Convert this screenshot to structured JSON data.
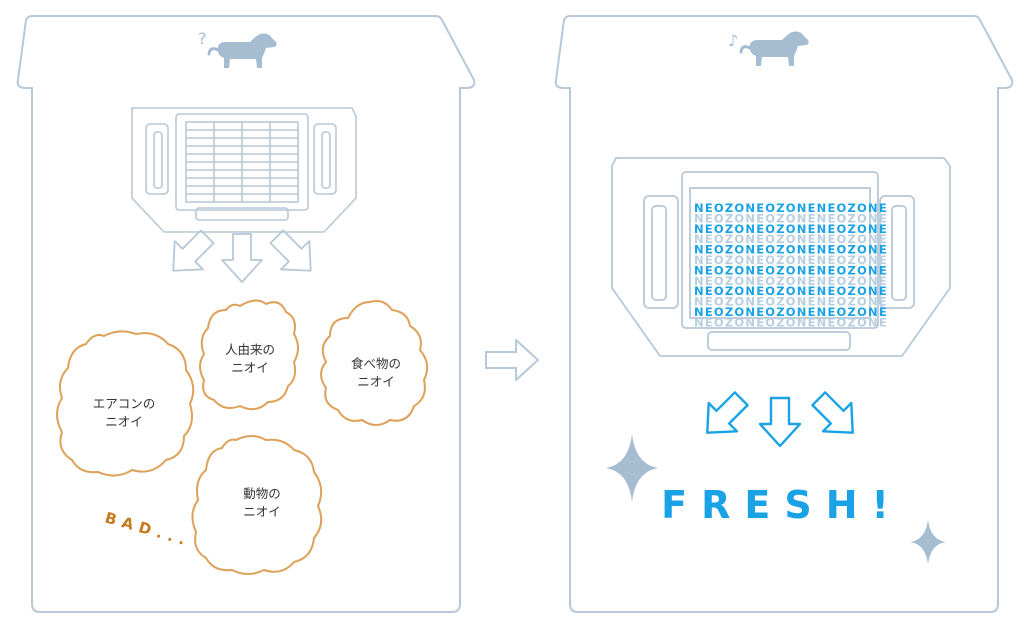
{
  "before": {
    "dog_mark": "?",
    "smells": [
      {
        "line1": "人由来の",
        "line2": "ニオイ"
      },
      {
        "line1": "食べ物の",
        "line2": "ニオイ"
      },
      {
        "line1": "エアコンの",
        "line2": "ニオイ"
      },
      {
        "line1": "動物の",
        "line2": "ニオイ"
      }
    ],
    "bad_label": "BAD..."
  },
  "after": {
    "dog_mark": "♪",
    "filter_text": "NEOZONE",
    "fresh_label": "FRESH!"
  },
  "colors": {
    "outline": "#b7c8d8",
    "dog": "#a5bcd1",
    "smell": "#dda15a",
    "fresh": "#1aa2e6",
    "sparkle": "#a5bcd1"
  },
  "icons": {
    "transition": "right-arrow-icon",
    "airflow": "down-arrow-icon",
    "sparkle": "sparkle-icon",
    "pet": "dog-icon"
  }
}
